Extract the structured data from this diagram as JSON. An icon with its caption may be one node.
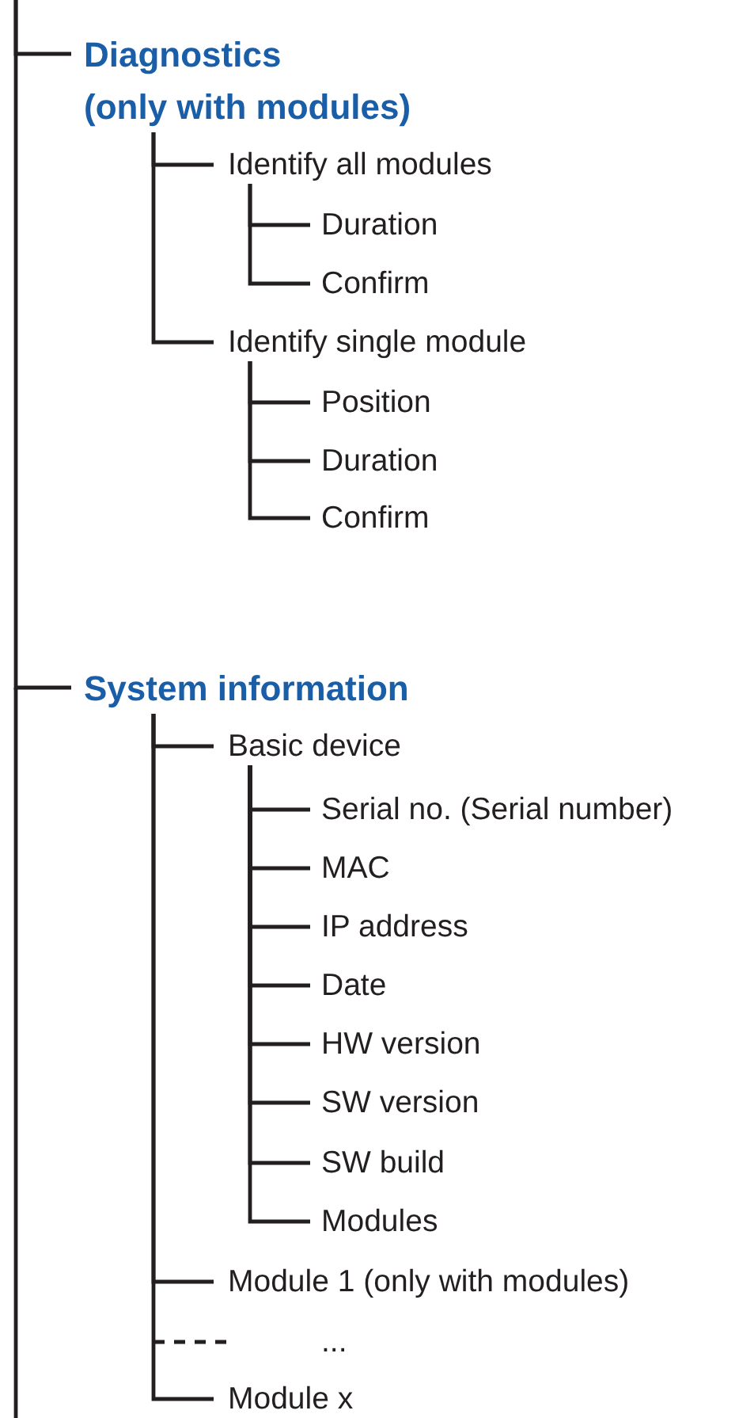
{
  "diagram": {
    "nodes": [
      {
        "text": [
          "Diagnostics (only with modules)"
        ]
      },
      {
        "text": [
          "Identify all modules"
        ]
      },
      {
        "text": [
          "Duration"
        ]
      },
      {
        "text": [
          "Confirm"
        ]
      },
      {
        "text": [
          "Identify single module"
        ]
      },
      {
        "text": [
          "Position"
        ]
      },
      {
        "text": [
          "Duration"
        ]
      },
      {
        "text": [
          "Confirm"
        ]
      },
      {
        "text": [
          "System information"
        ]
      },
      {
        "text": [
          "Basic device"
        ]
      },
      {
        "text": [
          "Serial no. (Serial number)"
        ]
      },
      {
        "text": [
          "MAC"
        ]
      },
      {
        "text": [
          "IP address"
        ]
      },
      {
        "text": [
          "Date"
        ]
      },
      {
        "text": [
          "HW version"
        ]
      },
      {
        "text": [
          "SW version"
        ]
      },
      {
        "text": [
          "SW build"
        ]
      },
      {
        "text": [
          "Modules"
        ]
      },
      {
        "text": [
          "Module 1 (only with modules)"
        ]
      },
      {
        "text": [
          "..."
        ]
      },
      {
        "text": [
          "Module x"
        ]
      }
    ],
    "edges": [
      {
        "from": null,
        "to": 0,
        "arrow": "none"
      },
      {
        "from": 0,
        "to": 1,
        "arrow": "none"
      },
      {
        "from": 1,
        "to": 2,
        "arrow": "none"
      },
      {
        "from": 1,
        "to": 3,
        "arrow": "none"
      },
      {
        "from": 0,
        "to": 4,
        "arrow": "none"
      },
      {
        "from": 4,
        "to": 5,
        "arrow": "none"
      },
      {
        "from": 4,
        "to": 6,
        "arrow": "none"
      },
      {
        "from": 4,
        "to": 7,
        "arrow": "none"
      },
      {
        "from": null,
        "to": 8,
        "arrow": "none"
      },
      {
        "from": 8,
        "to": 9,
        "arrow": "none"
      },
      {
        "from": 9,
        "to": 10,
        "arrow": "none"
      },
      {
        "from": 9,
        "to": 11,
        "arrow": "none"
      },
      {
        "from": 9,
        "to": 12,
        "arrow": "none"
      },
      {
        "from": 9,
        "to": 13,
        "arrow": "none"
      },
      {
        "from": 9,
        "to": 14,
        "arrow": "none"
      },
      {
        "from": 9,
        "to": 15,
        "arrow": "none"
      },
      {
        "from": 9,
        "to": 16,
        "arrow": "none"
      },
      {
        "from": 9,
        "to": 17,
        "arrow": "none"
      },
      {
        "from": 8,
        "to": 18,
        "arrow": "none"
      },
      {
        "from": 8,
        "to": 19,
        "arrow": "none",
        "style": "dashed"
      },
      {
        "from": 8,
        "to": 20,
        "arrow": "none"
      }
    ]
  }
}
